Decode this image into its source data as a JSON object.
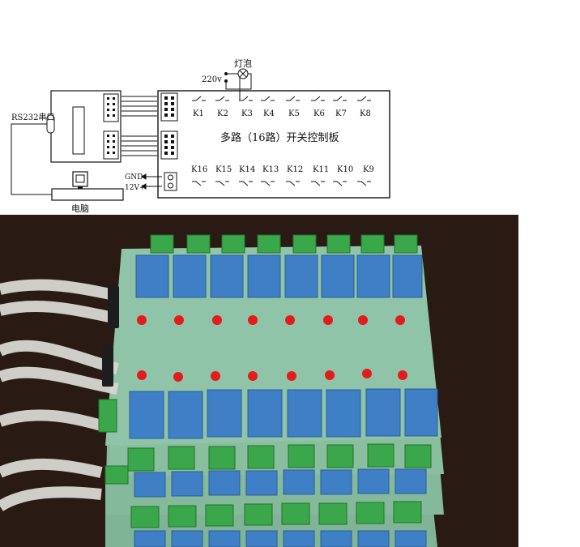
{
  "diagram": {
    "lamp_label": "灯泡",
    "voltage_label": "220v",
    "serial_label": "RS232串口",
    "computer_label": "电脑",
    "board_title": "多路（16路）开关控制板",
    "gnd_label": "GND",
    "power_label": "12V+",
    "top_relays": [
      "K1",
      "K2",
      "K3",
      "K4",
      "K5",
      "K6",
      "K7",
      "K8"
    ],
    "bottom_relays": [
      "K16",
      "K15",
      "K14",
      "K13",
      "K12",
      "K11",
      "K10",
      "K9"
    ]
  },
  "photo": {
    "board_color": "#8fc4a8",
    "relay_color": "#3f7fc6",
    "terminal_color": "#3aa84a",
    "led_color": "#e41b1b",
    "cable_color": "#d7d7d2",
    "background_color": "#2a1a14"
  }
}
